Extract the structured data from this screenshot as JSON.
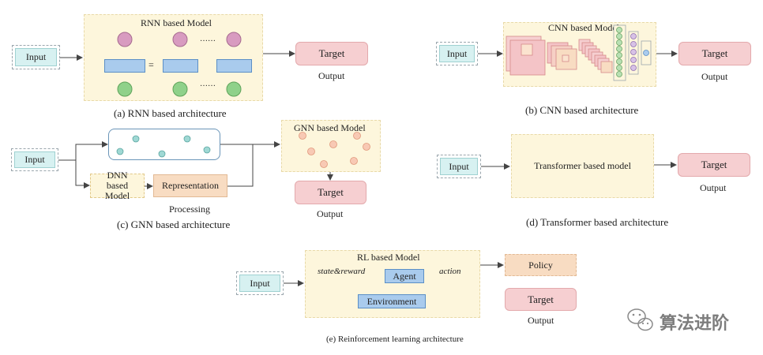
{
  "rnn": {
    "model_title": "RNN based Model",
    "input": "Input",
    "target": "Target",
    "output": "Output",
    "equals": "=",
    "dots_top": "……",
    "dots_bottom": "……",
    "caption": "(a) RNN based architecture"
  },
  "cnn": {
    "model_title": "CNN based Model",
    "input": "Input",
    "target": "Target",
    "output": "Output",
    "caption": "(b) CNN based architecture"
  },
  "gnn": {
    "input": "Input",
    "dnn_model": "DNN based Model",
    "representation": "Representation",
    "processing": "Processing",
    "model_title": "GNN based Model",
    "target": "Target",
    "output": "Output",
    "caption": "(c) GNN based architecture"
  },
  "transformer": {
    "input": "Input",
    "model": "Transformer based model",
    "target": "Target",
    "output": "Output",
    "caption": "(d) Transformer based architecture"
  },
  "rl": {
    "input": "Input",
    "model_title": "RL based Model",
    "state_reward": "state&reward",
    "agent": "Agent",
    "action": "action",
    "environment": "Environment",
    "policy": "Policy",
    "target": "Target",
    "output": "Output",
    "caption": "(e) Reinforcement  learning architecture"
  },
  "watermark": "算法进阶",
  "colors": {
    "model_bg": "#fdf6dc",
    "input_bg": "#d7f1f1",
    "target_bg": "#f6cfd1",
    "blue_node": "#a9cbed",
    "pink_node": "#d89bc0",
    "green_node": "#8fd18a",
    "orange_node": "#f8dcc2"
  }
}
